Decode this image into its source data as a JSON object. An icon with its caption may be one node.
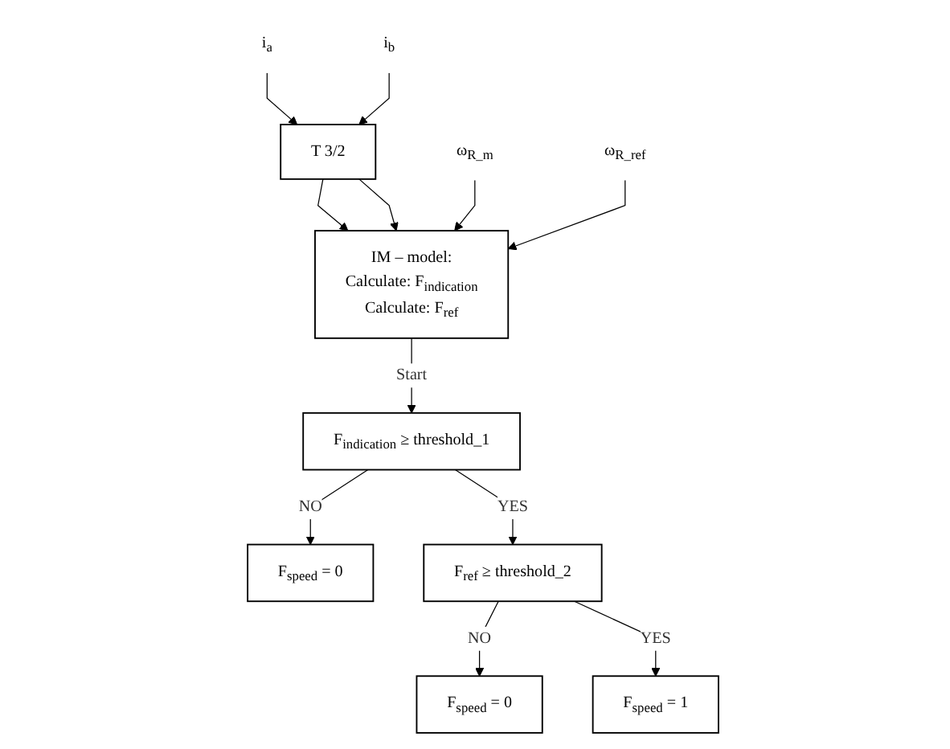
{
  "diagram": {
    "nodes": [
      {
        "text": [
          "i$_{a}$"
        ]
      },
      {
        "text": [
          "i$_{b}$"
        ]
      },
      {
        "text": [
          "T 3/2"
        ]
      },
      {
        "text": [
          "IM – model:",
          "Calculate: F$_{indication}$",
          "Calculate: F$_{ref}$"
        ]
      },
      {
        "text": [
          "ω$_{R_m}$"
        ]
      },
      {
        "text": [
          "ω$_{R_ref}$"
        ]
      },
      {
        "text": [
          "F$_{indication}$ ≥ threshold_1"
        ]
      },
      {
        "text": [
          "F$_{speed}$ = 0"
        ]
      },
      {
        "text": [
          "F$_{ref}$ ≥ threshold_2"
        ]
      },
      {
        "text": [
          "F$_{speed}$ = 0"
        ]
      },
      {
        "text": [
          "F$_{speed}$ = 1"
        ]
      }
    ],
    "edges": [
      {
        "from": 0,
        "to": 2,
        "arrow": "to"
      },
      {
        "from": 1,
        "to": 2,
        "arrow": "to"
      },
      {
        "from": 2,
        "to": 3,
        "arrow": "to"
      },
      {
        "from": 2,
        "to": 3,
        "arrow": "to"
      },
      {
        "from": 4,
        "to": 3,
        "arrow": "to"
      },
      {
        "from": 5,
        "to": 3,
        "arrow": "to"
      },
      {
        "from": 3,
        "to": 6,
        "label": "Start",
        "arrow": "to"
      },
      {
        "from": 6,
        "to": 7,
        "label": "NO",
        "arrow": "to"
      },
      {
        "from": 6,
        "to": 8,
        "label": "YES",
        "arrow": "to"
      },
      {
        "from": 8,
        "to": 9,
        "label": "NO",
        "arrow": "to"
      },
      {
        "from": 8,
        "to": 10,
        "label": "YES",
        "arrow": "to"
      }
    ]
  }
}
